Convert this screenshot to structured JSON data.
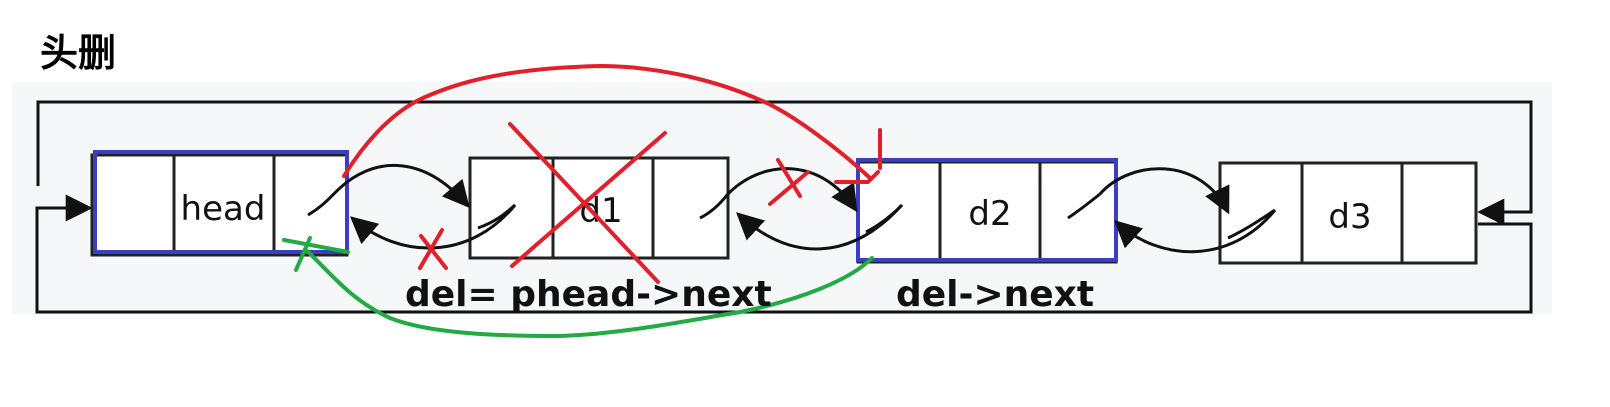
{
  "title": "头删",
  "nodes": [
    {
      "label": "head"
    },
    {
      "label": "d1"
    },
    {
      "label": "d2"
    },
    {
      "label": "d3"
    }
  ],
  "annotations": {
    "del_assign": "del= phead->next",
    "del_next": "del->next"
  },
  "colors": {
    "background_panel": "#f6f7f9",
    "node_border": "#222222",
    "highlight_border": "#3a3fbf",
    "removed_links": "#e0202a",
    "new_links": "#22aa44"
  }
}
